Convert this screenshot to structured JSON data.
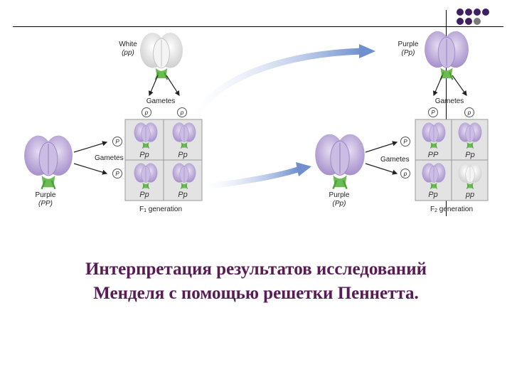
{
  "decor": {
    "dot_colors": [
      "#3e1f63",
      "#3e1f63",
      "#3e1f63",
      "#3e1f63",
      "#3e1f63",
      "#3e1f63",
      "#7a7a7a"
    ]
  },
  "colors": {
    "flower_purple": "#b7a3d6",
    "flower_white": "#f0f0f0",
    "stem_green": "#6bbb55",
    "arrow_blue": "#7f9fd6",
    "grid_bg": "#e3e3e3",
    "caption": "#5a1a55"
  },
  "left_panel": {
    "white_parent": {
      "label": "White",
      "genotype": "(pp)"
    },
    "purple_parent": {
      "label": "Purple",
      "genotype": "(PP)"
    },
    "gametes_top_label": "Gametes",
    "gametes_side_label": "Gametes",
    "top_gametes": [
      "p",
      "p"
    ],
    "side_gametes": [
      "P",
      "P"
    ],
    "cells": [
      "Pp",
      "Pp",
      "Pp",
      "Pp"
    ],
    "generation_prefix": "F",
    "generation_sub": "1",
    "generation_suffix": " generation"
  },
  "right_panel": {
    "top_parent": {
      "label": "Purple",
      "genotype": "(Pp)"
    },
    "side_parent": {
      "label": "Purple",
      "genotype": "(Pp)"
    },
    "gametes_top_label": "Gametes",
    "gametes_side_label": "Gametes",
    "top_gametes": [
      "P",
      "p"
    ],
    "side_gametes": [
      "P",
      "p"
    ],
    "cells": [
      "PP",
      "Pp",
      "Pp",
      "pp"
    ],
    "generation_prefix": "F",
    "generation_sub": "2",
    "generation_suffix": " generation"
  },
  "caption": {
    "line1": "Интерпретация результатов исследований",
    "line2": "Менделя с помощью решетки Пеннетта."
  }
}
